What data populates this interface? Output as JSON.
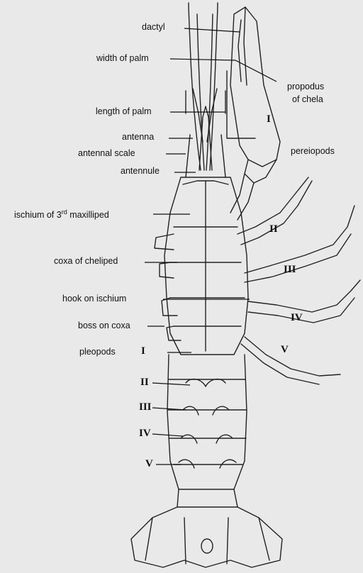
{
  "labels": {
    "dactyl": "dactyl",
    "width_of_palm": "width of palm",
    "propodus": "propodus",
    "of_chela": "of chela",
    "length_of_palm": "length of palm",
    "antenna": "antenna",
    "antennal_scale": "antennal scale",
    "antennule": "antennule",
    "pereiopods": "pereiopods",
    "ischium_pre": "ischium of 3",
    "ischium_sup": "rd",
    "ischium_post": " maxilliped",
    "coxa_of_cheliped": "coxa of cheliped",
    "hook_on_ischium": "hook on ischium",
    "boss_on_coxa": "boss on coxa",
    "pleopods": "pleopods"
  },
  "pereiopod_numbers": [
    "I",
    "II",
    "III",
    "IV",
    "V"
  ],
  "pleopod_numbers": [
    "I",
    "II",
    "III",
    "IV",
    "V"
  ],
  "colors": {
    "background": "#e9e9e9",
    "ink": "#111111"
  }
}
